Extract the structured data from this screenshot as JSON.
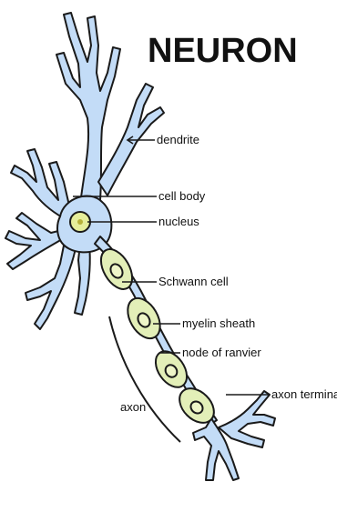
{
  "title": "NEURON",
  "labels": {
    "dendrite": "dendrite",
    "cell_body": "cell body",
    "nucleus": "nucleus",
    "schwann_cell": "Schwann cell",
    "myelin_sheath": "myelin sheath",
    "node_of_ranvier": "node of ranvier",
    "axon_terminal": "axon terminal",
    "axon": "axon"
  },
  "colors": {
    "neuron_fill": "#c3dcf7",
    "schwann_fill": "#e3efb8",
    "nucleus_fill": "#e6ee9a",
    "outline": "#1a1a1a"
  }
}
